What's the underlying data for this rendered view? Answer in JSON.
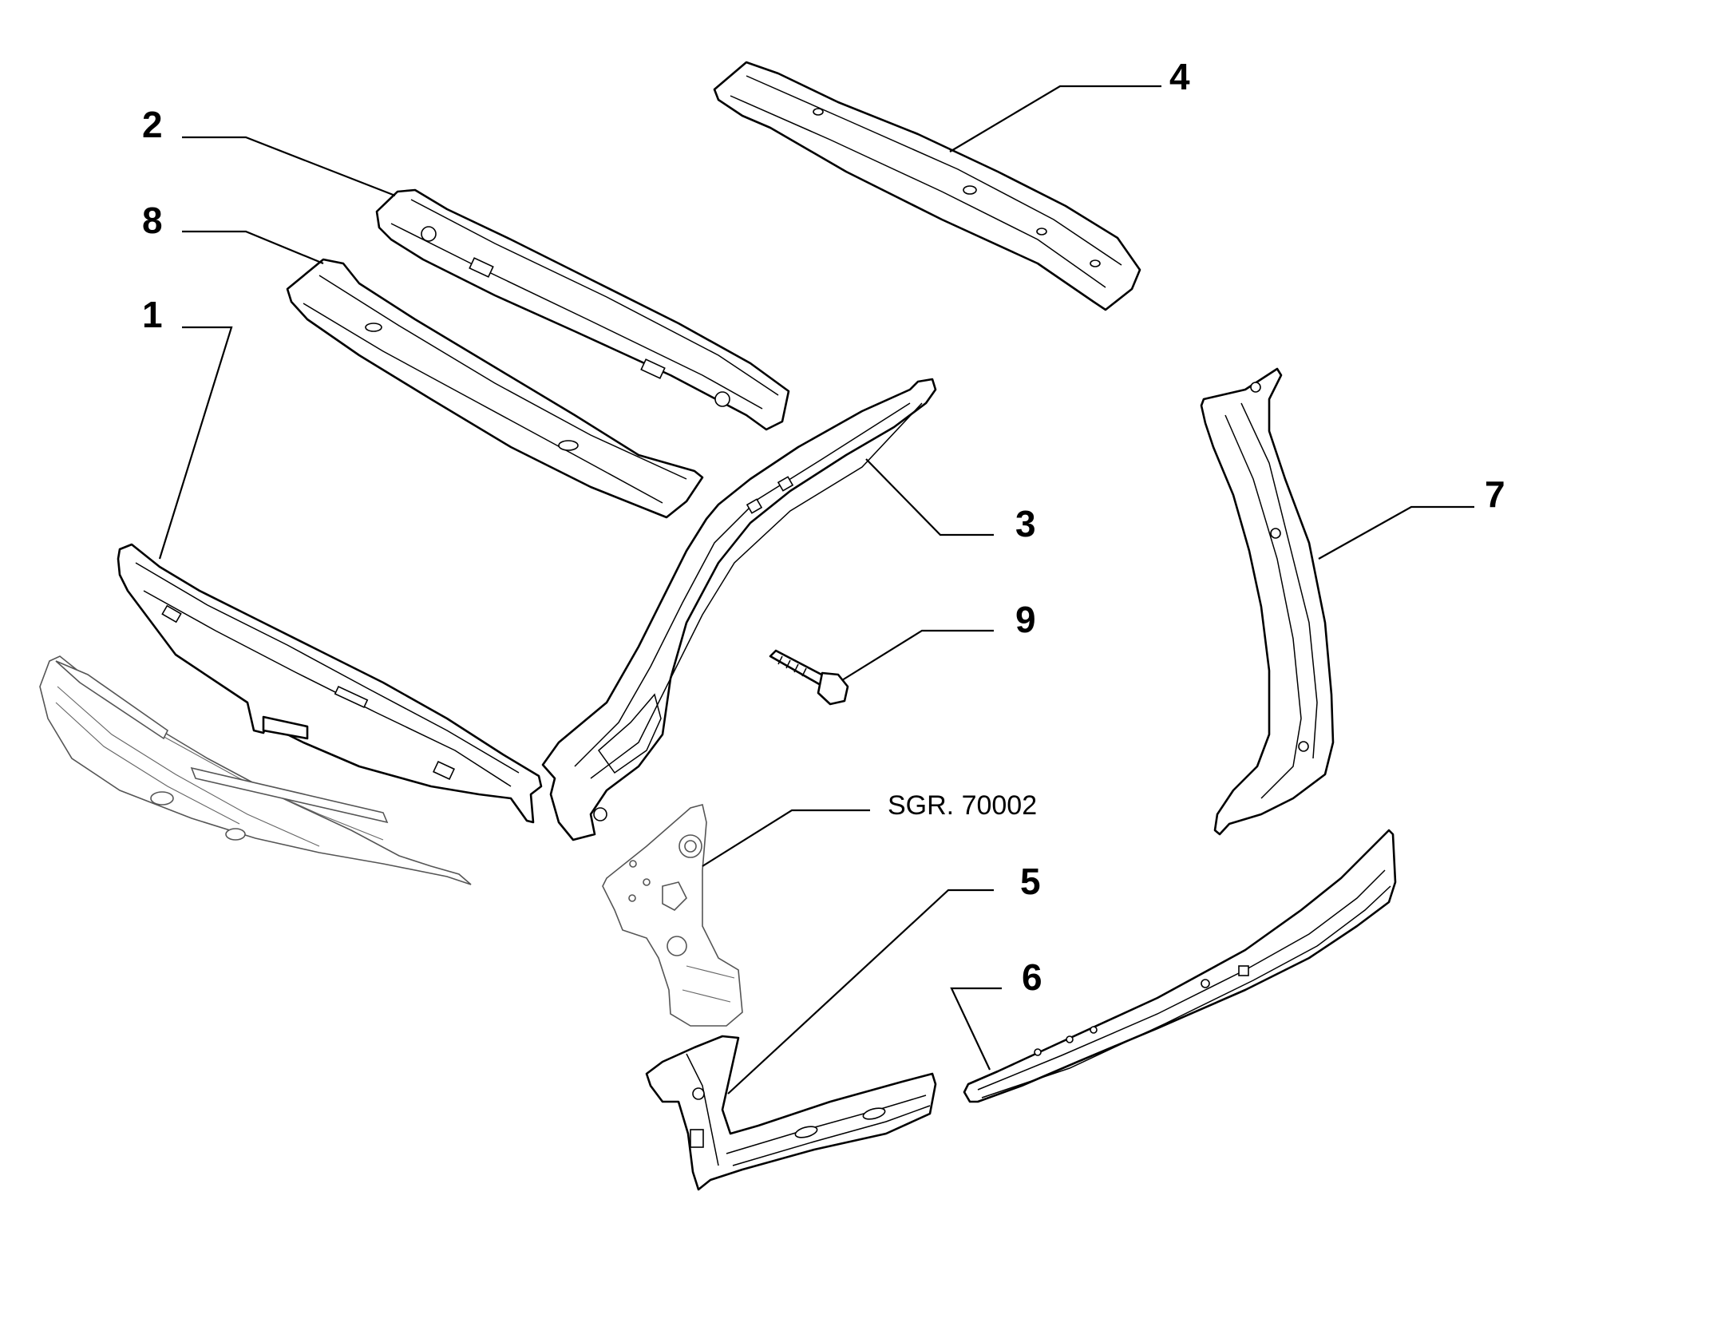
{
  "diagram": {
    "colors": {
      "line": "#000000",
      "background": "#ffffff",
      "ghost_line": "#555555"
    },
    "callouts": [
      {
        "id": "c1",
        "label": "1"
      },
      {
        "id": "c2",
        "label": "2"
      },
      {
        "id": "c3",
        "label": "3"
      },
      {
        "id": "c4",
        "label": "4"
      },
      {
        "id": "c5",
        "label": "5"
      },
      {
        "id": "c6",
        "label": "6"
      },
      {
        "id": "c7",
        "label": "7"
      },
      {
        "id": "c8",
        "label": "8"
      },
      {
        "id": "c9",
        "label": "9"
      }
    ],
    "reference_note": "SGR. 70002"
  }
}
